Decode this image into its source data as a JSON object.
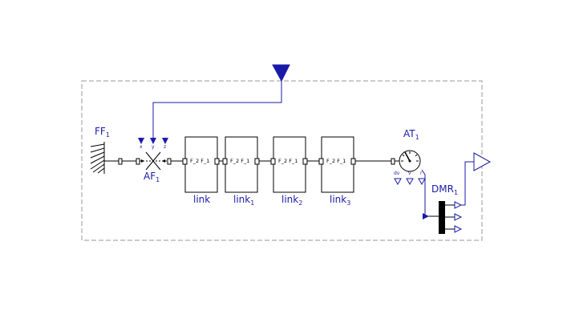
{
  "diagram": {
    "components": {
      "ff": {
        "name": "FF",
        "index": "1"
      },
      "af": {
        "name": "AF",
        "index": "1",
        "inputs": [
          "x",
          "y",
          "z"
        ]
      },
      "links": [
        {
          "name": "link",
          "index": "",
          "port_left": "F_2",
          "port_right": "F_1"
        },
        {
          "name": "link",
          "index": "1",
          "port_left": "F_2",
          "port_right": "F_1"
        },
        {
          "name": "link",
          "index": "2",
          "port_left": "F_2",
          "port_right": "F_1"
        },
        {
          "name": "link",
          "index": "3",
          "port_left": "F_2",
          "port_right": "F_1"
        }
      ],
      "at": {
        "name": "AT",
        "index": "1",
        "outputs": [
          "dv",
          "v",
          "r"
        ]
      },
      "dmr": {
        "name": "DMR",
        "index": "1"
      }
    },
    "colors": {
      "line": "#000000",
      "frame": "#999999",
      "connector": "#1a1aaa",
      "label": "#1a1aaa"
    }
  }
}
